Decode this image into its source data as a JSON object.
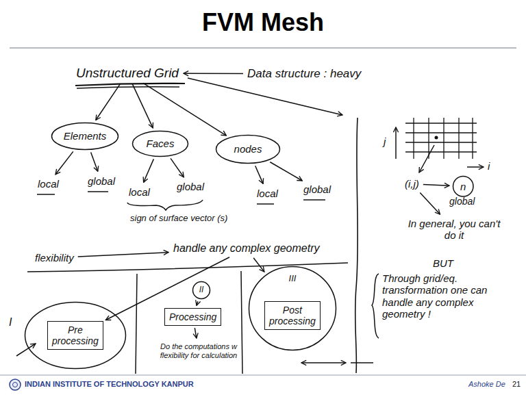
{
  "diagram": {
    "title": "FVM Mesh",
    "nodes": [
      {
        "text": [
          "Unstructured Grid"
        ]
      },
      {
        "text": [
          "Data structure : heavy"
        ]
      },
      {
        "text": [
          "Elements"
        ]
      },
      {
        "text": [
          "Faces"
        ]
      },
      {
        "text": [
          "nodes"
        ]
      },
      {
        "text": [
          "local"
        ]
      },
      {
        "text": [
          "global"
        ]
      },
      {
        "text": [
          "local"
        ]
      },
      {
        "text": [
          "global"
        ]
      },
      {
        "text": [
          "local"
        ]
      },
      {
        "text": [
          "global"
        ]
      },
      {
        "text": [
          "(i,j)"
        ]
      },
      {
        "text": [
          "n"
        ]
      },
      {
        "text": [
          "In general, you can't do it"
        ]
      },
      {
        "text": [
          "flexibility"
        ]
      },
      {
        "text": [
          "handle any complex geometry"
        ]
      },
      {
        "text": [
          "I"
        ]
      },
      {
        "text": [
          "Pre processing"
        ],
        "in": 16
      },
      {
        "text": [
          "II"
        ]
      },
      {
        "text": [
          "Processing"
        ]
      },
      {
        "text": [
          "Do the computations w flexibility for calculation"
        ]
      },
      {
        "text": [
          "III"
        ]
      },
      {
        "text": [
          "Post processing"
        ],
        "in": 21
      }
    ],
    "edges": [
      {
        "from": 1,
        "to": 0,
        "arrow": "to"
      },
      {
        "from": 0,
        "to": 2,
        "arrow": "to"
      },
      {
        "from": 0,
        "to": 3,
        "arrow": "to"
      },
      {
        "from": 0,
        "to": 4,
        "arrow": "to"
      },
      {
        "from": 2,
        "to": 5,
        "arrow": "to"
      },
      {
        "from": 2,
        "to": 6,
        "arrow": "to"
      },
      {
        "from": 3,
        "to": 7,
        "arrow": "to"
      },
      {
        "from": 3,
        "to": 8,
        "arrow": "to"
      },
      {
        "from": 4,
        "to": 9,
        "arrow": "to"
      },
      {
        "from": 4,
        "to": 10,
        "arrow": "to"
      },
      {
        "from": 11,
        "to": 12,
        "arrow": "to"
      },
      {
        "from": 11,
        "to": 13,
        "arrow": "to"
      },
      {
        "from": 14,
        "to": 15,
        "arrow": "to"
      },
      {
        "from": 15,
        "to": 17,
        "arrow": "to"
      },
      {
        "from": 15,
        "to": 21,
        "arrow": "to"
      },
      {
        "from": 18,
        "to": 19,
        "arrow": "to"
      },
      {
        "from": 19,
        "to": 20,
        "arrow": "to"
      }
    ],
    "labels": [
      "sign of surface vector (s)",
      "j",
      "i",
      "global",
      "BUT",
      "Through grid/eq. transformation one can handle any complex geometry !",
      "INDIAN INSTITUTE OF TECHNOLOGY KANPUR",
      "Ashoke De",
      "21"
    ]
  }
}
